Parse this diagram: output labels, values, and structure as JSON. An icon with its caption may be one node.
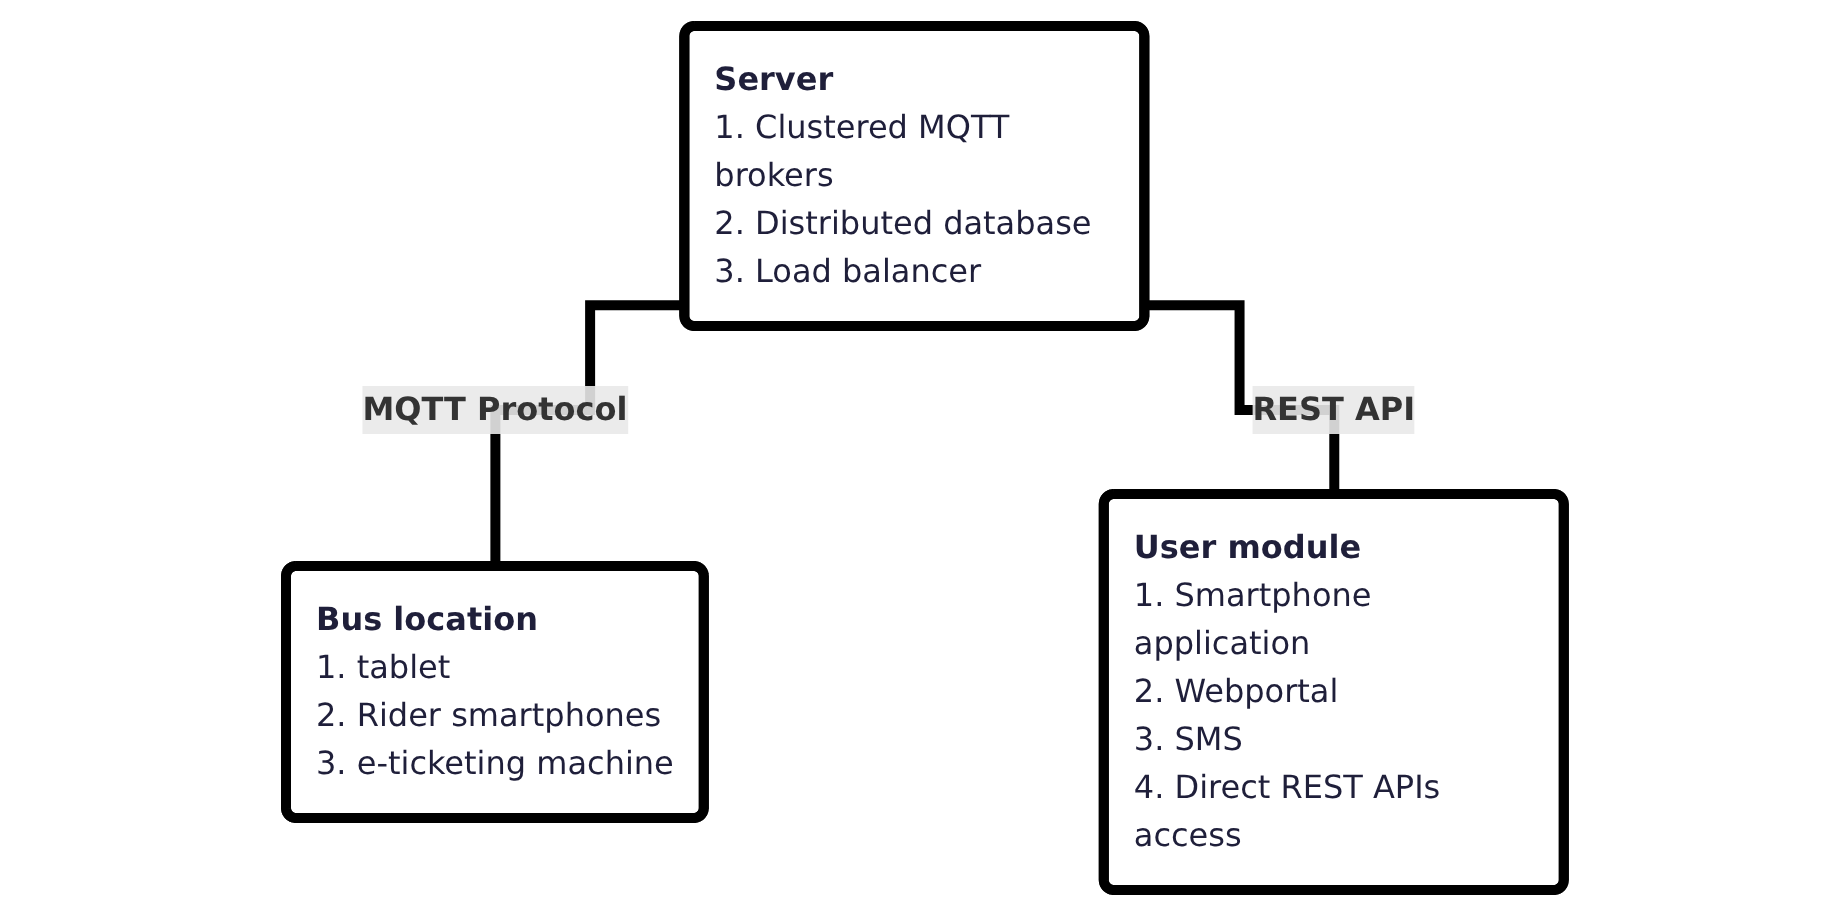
{
  "diagram": {
    "nodes": [
      {
        "text": [
          "Server",
          "1. Clustered MQTT brokers",
          "2. Distributed database",
          "3. Load balancer"
        ]
      },
      {
        "text": [
          "Bus location",
          "1. tablet",
          "2. Rider smartphones",
          "3. e-ticketing machine"
        ]
      },
      {
        "text": [
          "User module",
          "1. Smartphone application",
          "2. Webportal",
          "3. SMS",
          "4. Direct REST APIs access"
        ]
      }
    ],
    "edges": [
      {
        "from": 0,
        "to": 1,
        "arrow": "none",
        "label": "MQTT Protocol"
      },
      {
        "from": 0,
        "to": 2,
        "arrow": "none",
        "label": "REST API"
      }
    ]
  }
}
